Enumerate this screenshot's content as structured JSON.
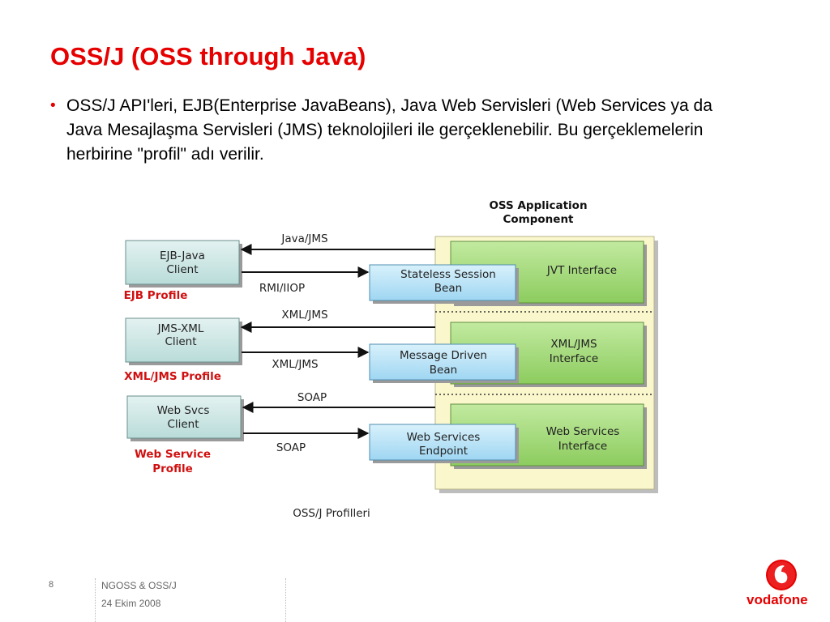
{
  "slide": {
    "title": "OSS/J (OSS through Java)",
    "bullet_text": "OSS/J API'leri, EJB(Enterprise JavaBeans), Java Web Servisleri (Web Services ya da Java Mesajlaşma Servisleri (JMS) teknolojileri ile gerçeklenebilir. Bu gerçeklemelerin herbirine \"profil\" adı verilir.",
    "page_number": "8",
    "footer_title": "NGOSS & OSS/J",
    "footer_date": "24 Ekim 2008",
    "logo_text": "vodafone"
  },
  "diagram": {
    "component_title_line1": "OSS Application",
    "component_title_line2": "Component",
    "caption": "OSS/J Profilleri",
    "profiles": [
      {
        "client": [
          "EJB-Java",
          "Client"
        ],
        "profile_label": [
          "EJB Profile"
        ],
        "top_arrow": "Java/JMS",
        "bottom_arrow": "RMI/IIOP",
        "bean": [
          "Stateless Session",
          "Bean"
        ],
        "interface": [
          "JVT Interface"
        ]
      },
      {
        "client": [
          "JMS-XML",
          "Client"
        ],
        "profile_label": [
          "XML/JMS Profile"
        ],
        "top_arrow": "XML/JMS",
        "bottom_arrow": "XML/JMS",
        "bean": [
          "Message Driven",
          "Bean"
        ],
        "interface": [
          "XML/JMS",
          "Interface"
        ]
      },
      {
        "client": [
          "Web Svcs",
          "Client"
        ],
        "profile_label": [
          "Web Service",
          "Profile"
        ],
        "top_arrow": "SOAP",
        "bottom_arrow": "SOAP",
        "bean": [
          "Web Services",
          "Endpoint"
        ],
        "interface": [
          "Web Services",
          "Interface"
        ]
      }
    ],
    "colors": {
      "client_fill": "#cfe8e6",
      "bean_fill": "#bfe6f8",
      "interface_fill": "#a8dc80",
      "component_fill": "#fbf7cd",
      "profile_label": "#d01010",
      "accent_red": "#e60000"
    }
  }
}
